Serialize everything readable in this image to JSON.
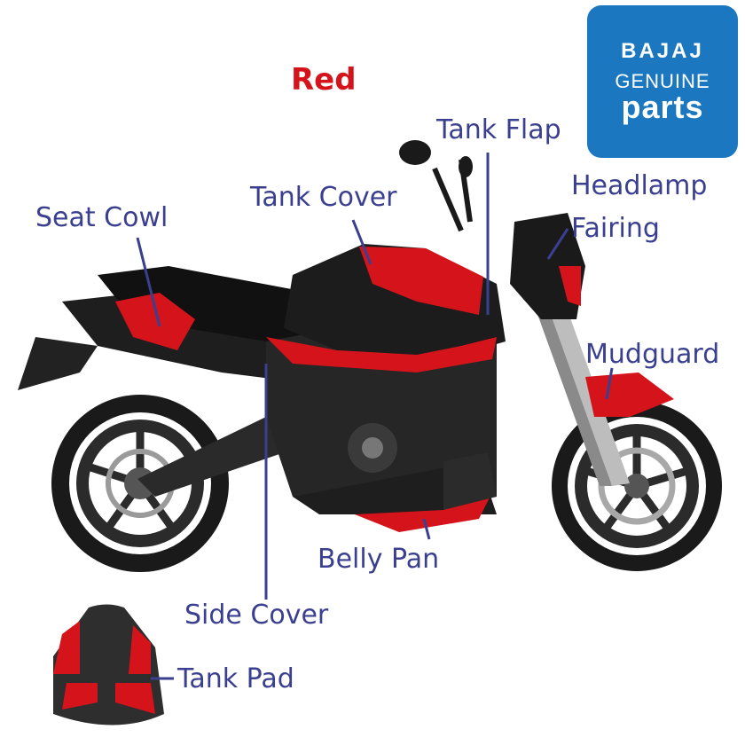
{
  "title": {
    "text": "Red",
    "color": "#d4141a"
  },
  "logo": {
    "brand": "BAJAJ",
    "line1": "GENUINE",
    "line2": "parts",
    "color": "#1b77c0"
  },
  "labels": {
    "tank_flap": "Tank Flap",
    "tank_cover": "Tank Cover",
    "headlamp": "Headlamp",
    "fairing": "Fairing",
    "seat_cowl": "Seat Cowl",
    "mudguard": "Mudguard",
    "belly_pan": "Belly Pan",
    "side_cover": "Side Cover",
    "tank_pad": "Tank Pad"
  },
  "label_color": "#3a3f8f",
  "accent_red": "#d4141a"
}
